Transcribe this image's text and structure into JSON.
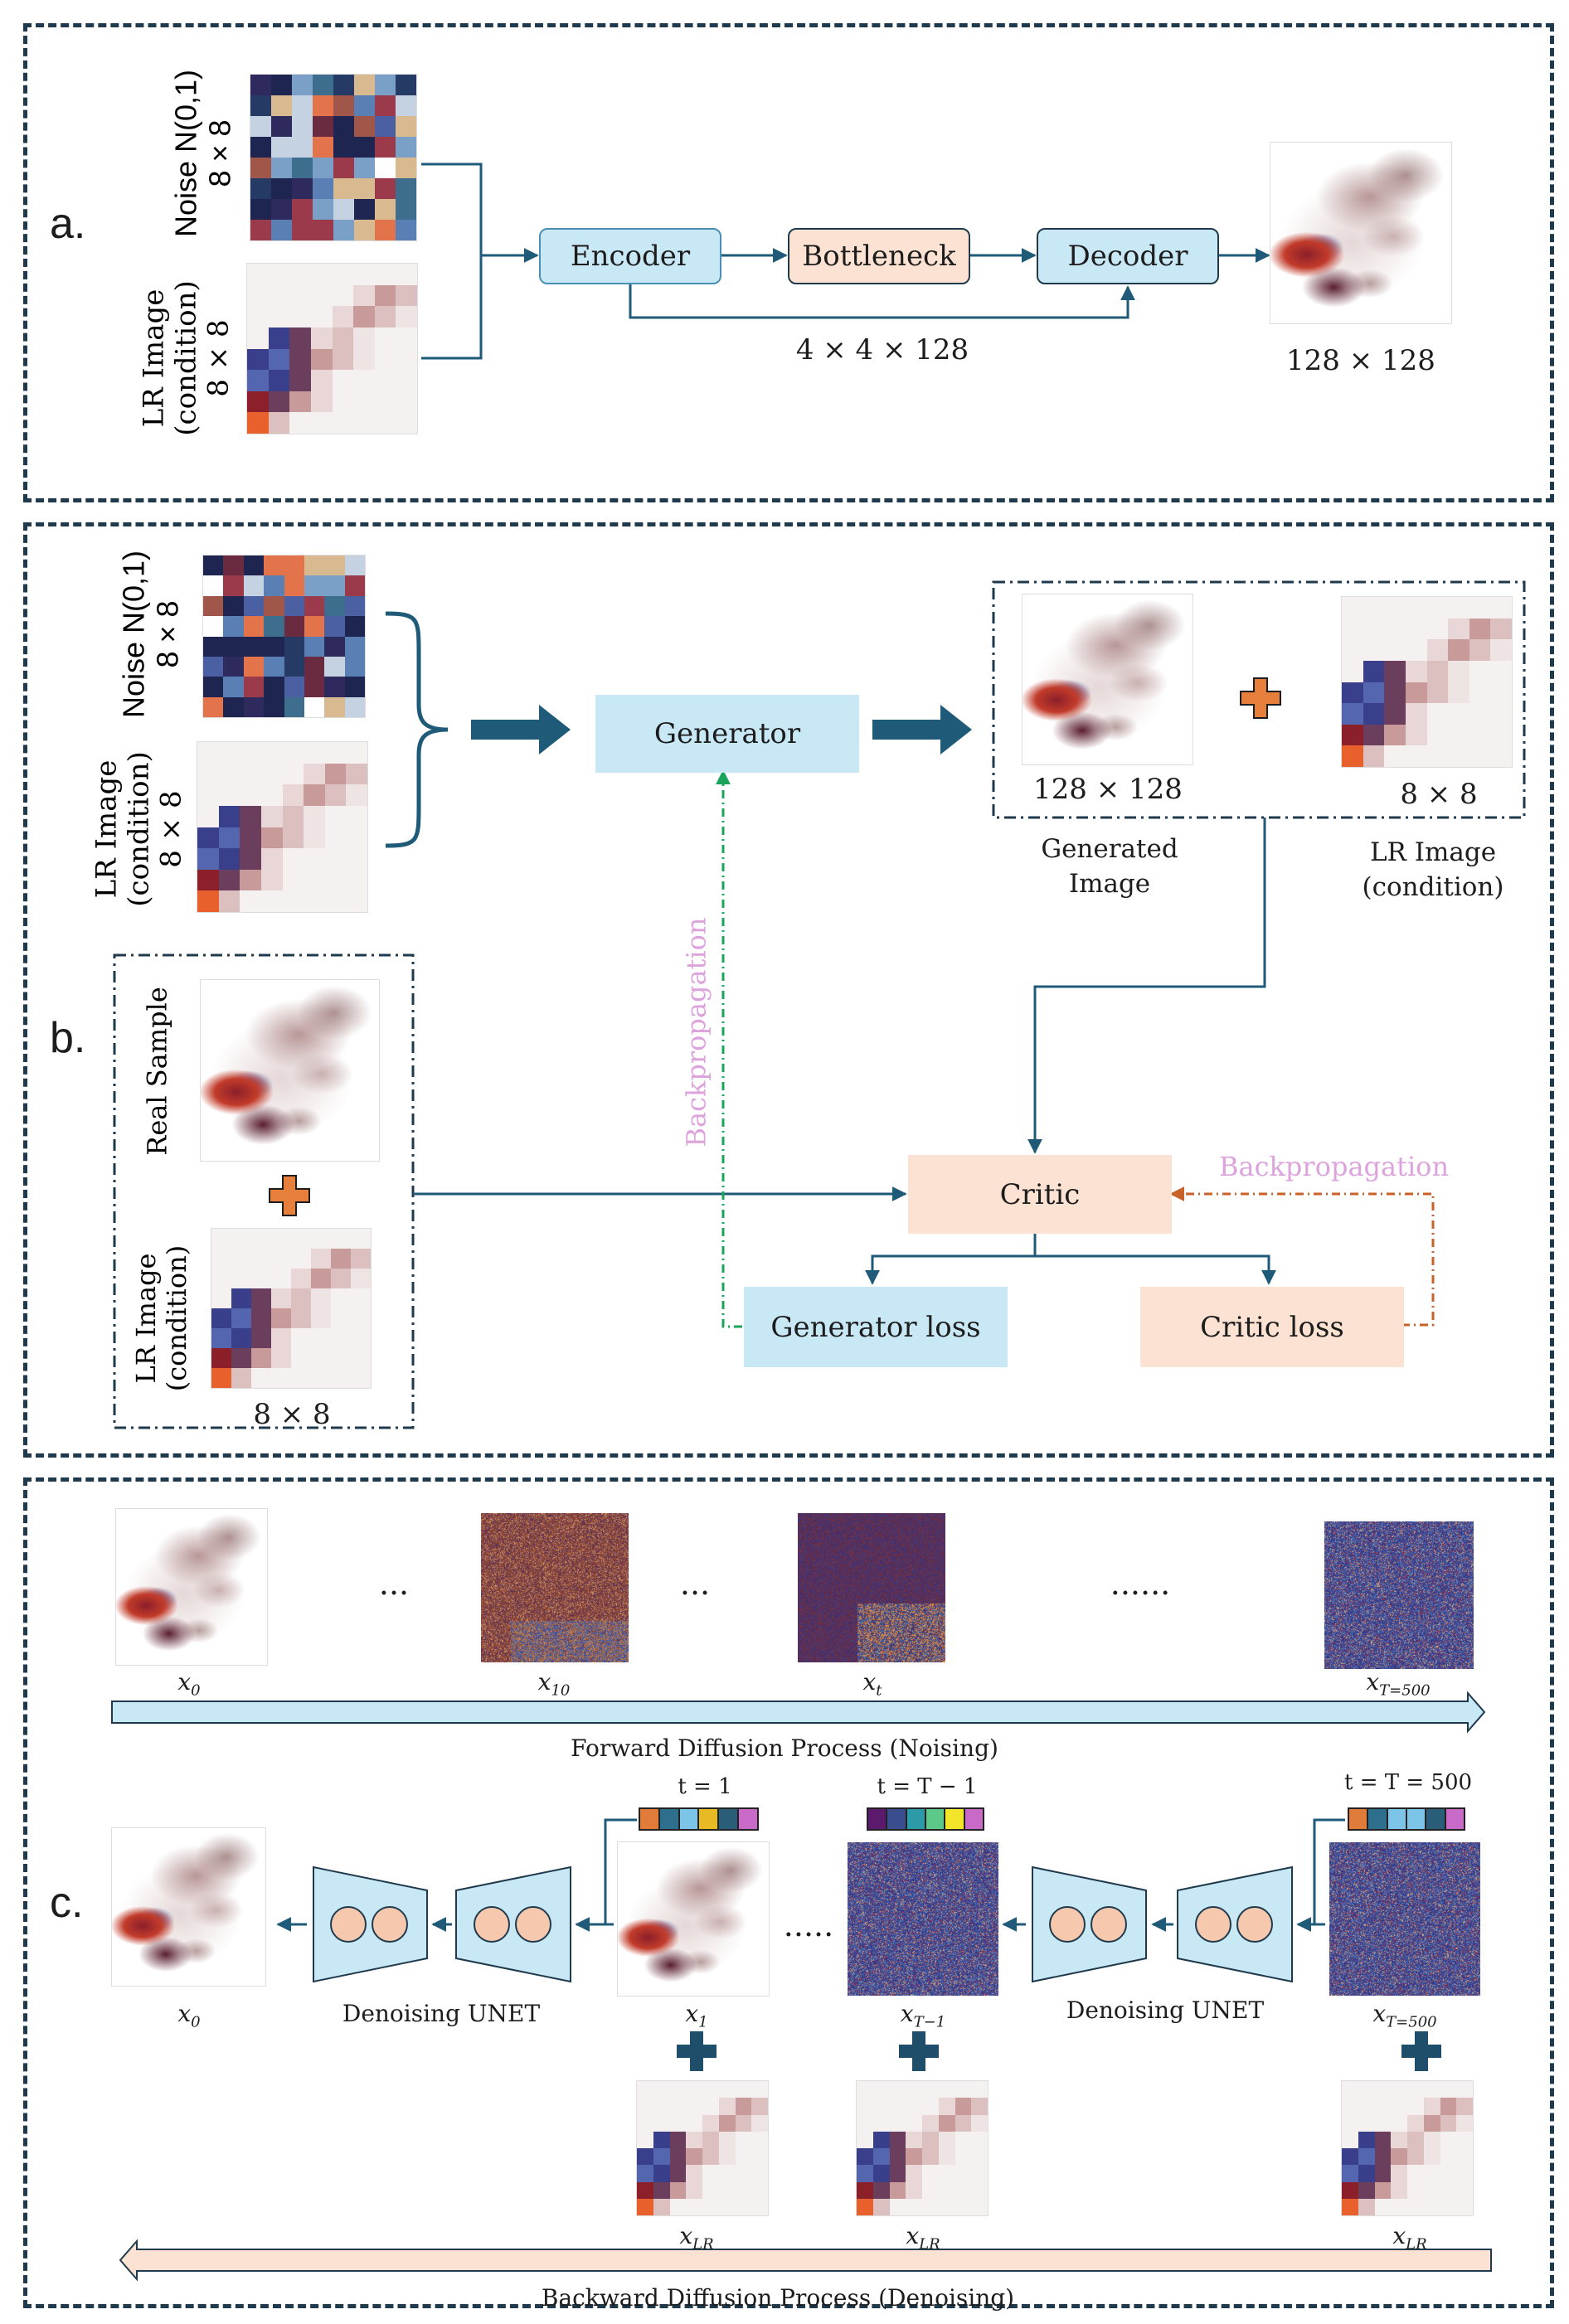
{
  "colors": {
    "blue_box": "#c9e8f6",
    "peach_box": "#fbe2d2",
    "arrow": "#1f5a78",
    "green_dash": "#1aa35a",
    "orange_dash": "#c8622a",
    "backprop_text": "#dda3dd",
    "plus_orange": "#e67e3c",
    "plus_navy": "#1f4e6b"
  },
  "panel_a": {
    "label": "a.",
    "noise_label": "Noise N(0,1)",
    "noise_size": "8 × 8",
    "lr_label_1": "LR Image",
    "lr_label_2": "(condition)",
    "lr_size": "8 × 8",
    "encoder": "Encoder",
    "bottleneck": "Bottleneck",
    "decoder": "Decoder",
    "latent_size": "4 × 4 × 128",
    "output_size": "128 × 128"
  },
  "panel_b": {
    "label": "b.",
    "noise_label": "Noise N(0,1)",
    "noise_size": "8 × 8",
    "lr_label_1": "LR Image",
    "lr_label_2": "(condition)",
    "lr_size": "8 × 8",
    "generator": "Generator",
    "gen_size": "128 × 128",
    "gen_label_1": "Generated",
    "gen_label_2": "Image",
    "lr_out_size": "8 × 8",
    "lr_out_label_1": "LR Image",
    "lr_out_label_2": "(condition)",
    "real_label": "Real Sample",
    "real_lr_label_1": "LR Image",
    "real_lr_label_2": "(condition)",
    "real_lr_size": "8 × 8",
    "critic": "Critic",
    "gen_loss": "Generator loss",
    "critic_loss": "Critic loss",
    "backprop_gen": "Backpropagation",
    "backprop_critic": "Backpropagation"
  },
  "panel_c": {
    "label": "c.",
    "ellipsis_1": "...",
    "ellipsis_2": "...",
    "ellipsis_3": "......",
    "ellipsis_4": ".....",
    "fwd_x0": "x",
    "fwd_x0_sub": "0",
    "fwd_x10": "x",
    "fwd_x10_sub": "10",
    "fwd_xt": "x",
    "fwd_xt_sub": "t",
    "fwd_xT": "x",
    "fwd_xT_sub": "T=500",
    "forward_label": "Forward Diffusion Process (Noising)",
    "t1": "t = 1",
    "tT1": "t  = T − 1",
    "tT500": "t  = T = 500",
    "unet_label_1": "Denoising UNET",
    "unet_label_2": "Denoising UNET",
    "bwd_x0": "x",
    "bwd_x0_sub": "0",
    "bwd_x1": "x",
    "bwd_x1_sub": "1",
    "bwd_xT1": "x",
    "bwd_xT1_sub": "T−1",
    "bwd_xT": "x",
    "bwd_xT_sub": "T=500",
    "xlr": "x",
    "xlr_sub": "LR",
    "backward_label": "Backward Diffusion Process (Denoising)",
    "tbar_t1": [
      "#e07b39",
      "#2e6f8e",
      "#7cc4e8",
      "#e8b923",
      "#2a5d78",
      "#c96ac9"
    ],
    "tbar_tT1": [
      "#5b1a6e",
      "#3a4d8f",
      "#2d9aa8",
      "#5cc98a",
      "#f2e52a",
      "#c96ac9"
    ],
    "tbar_tT500": [
      "#e07b39",
      "#2e6f8e",
      "#7cc4e8",
      "#7cc4e8",
      "#2a5d78",
      "#c96ac9"
    ]
  }
}
